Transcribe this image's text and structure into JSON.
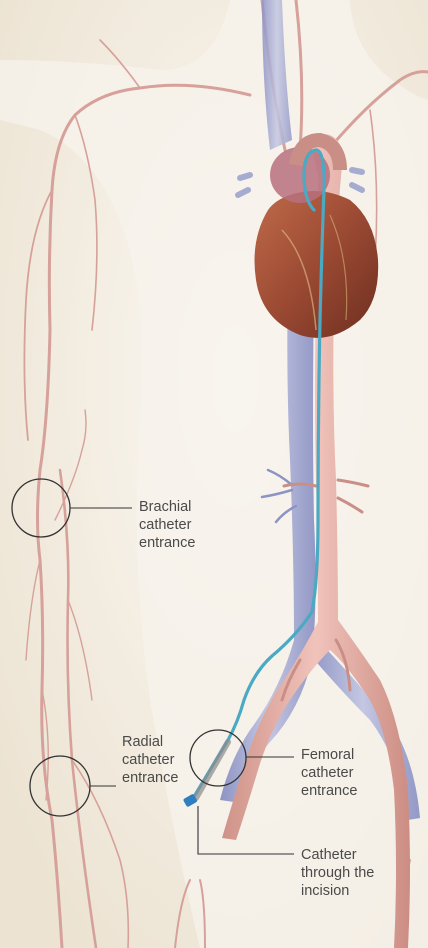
{
  "labels": {
    "brachial": {
      "lines": [
        "Brachial",
        "catheter",
        "entrance"
      ]
    },
    "radial": {
      "lines": [
        "Radial",
        "catheter",
        "entrance"
      ]
    },
    "femoral": {
      "lines": [
        "Femoral",
        "catheter",
        "entrance"
      ]
    },
    "incision": {
      "lines": [
        "Catheter",
        "through the",
        "incision"
      ]
    }
  },
  "colors": {
    "background": "#efe7d8",
    "body_silhouette": "#f7f3ec",
    "artery": "#d8a49c",
    "artery_stroke": "#c98f86",
    "vein": "#a6abd0",
    "catheter": "#5ab7cf",
    "heart": "#a3503a",
    "callout_line": "#333333",
    "label_text": "#4a4a4a"
  }
}
